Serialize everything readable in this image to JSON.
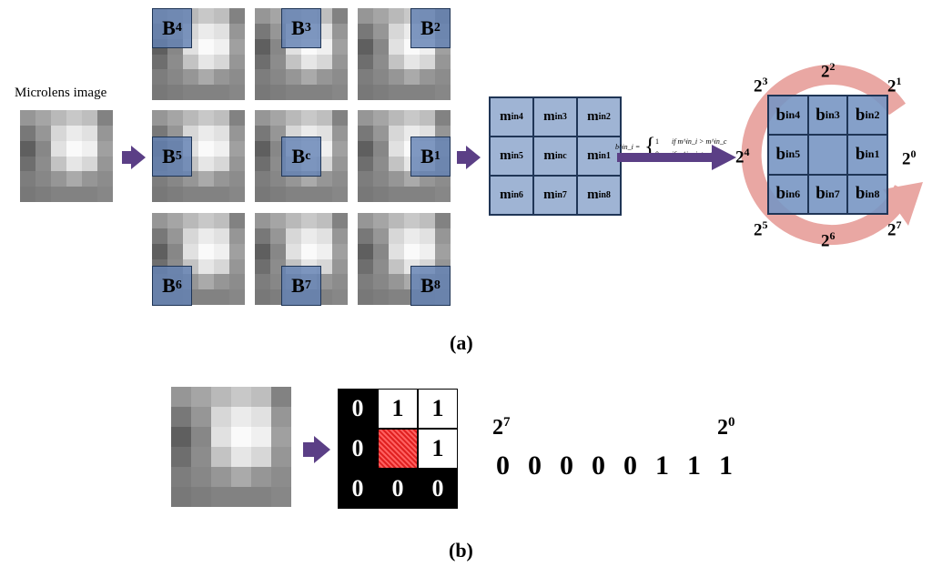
{
  "panel_a": {
    "caption": "(a)",
    "microlens_label": "Microlens image",
    "blocks": [
      {
        "main": "B",
        "sub": "4"
      },
      {
        "main": "B",
        "sub": "3"
      },
      {
        "main": "B",
        "sub": "2"
      },
      {
        "main": "B",
        "sub": "5"
      },
      {
        "main": "B",
        "sub": "c"
      },
      {
        "main": "B",
        "sub": "1"
      },
      {
        "main": "B",
        "sub": "6"
      },
      {
        "main": "B",
        "sub": "7"
      },
      {
        "main": "B",
        "sub": "8"
      }
    ],
    "m_grid": [
      {
        "main": "m",
        "sup": "in",
        "sub": "4"
      },
      {
        "main": "m",
        "sup": "in",
        "sub": "3"
      },
      {
        "main": "m",
        "sup": "in",
        "sub": "2"
      },
      {
        "main": "m",
        "sup": "in",
        "sub": "5"
      },
      {
        "main": "m",
        "sup": "in",
        "sub": "c"
      },
      {
        "main": "m",
        "sup": "in",
        "sub": "1"
      },
      {
        "main": "m",
        "sup": "in",
        "sub": "6"
      },
      {
        "main": "m",
        "sup": "in",
        "sub": "7"
      },
      {
        "main": "m",
        "sup": "in",
        "sub": "8"
      }
    ],
    "formula": {
      "lhs": "b^in_i =",
      "case1_val": "1",
      "case1_cond": "if m^in_i > m^in_c",
      "case2_val": "0",
      "case2_cond": "if m^in_i ≤ m^in_c"
    },
    "b_grid": [
      {
        "main": "b",
        "sup": "in",
        "sub": "4"
      },
      {
        "main": "b",
        "sup": "in",
        "sub": "3"
      },
      {
        "main": "b",
        "sup": "in",
        "sub": "2"
      },
      {
        "main": "b",
        "sup": "in",
        "sub": "5"
      },
      {
        "main": "",
        "sup": "",
        "sub": ""
      },
      {
        "main": "b",
        "sup": "in",
        "sub": "1"
      },
      {
        "main": "b",
        "sup": "in",
        "sub": "6"
      },
      {
        "main": "b",
        "sup": "in",
        "sub": "7"
      },
      {
        "main": "b",
        "sup": "in",
        "sub": "8"
      }
    ],
    "powers": [
      {
        "base": "2",
        "exp": "3"
      },
      {
        "base": "2",
        "exp": "2"
      },
      {
        "base": "2",
        "exp": "1"
      },
      {
        "base": "2",
        "exp": "4"
      },
      {
        "base": "2",
        "exp": "0"
      },
      {
        "base": "2",
        "exp": "5"
      },
      {
        "base": "2",
        "exp": "6"
      },
      {
        "base": "2",
        "exp": "7"
      }
    ]
  },
  "panel_b": {
    "caption": "(b)",
    "binary_grid": [
      "0",
      "1",
      "1",
      "0",
      "",
      "1",
      "0",
      "0",
      "0"
    ],
    "msb_label": {
      "base": "2",
      "exp": "7"
    },
    "lsb_label": {
      "base": "2",
      "exp": "0"
    },
    "bits": [
      "0",
      "0",
      "0",
      "0",
      "0",
      "1",
      "1",
      "1"
    ]
  },
  "colors": {
    "block_fill": "#6482b4",
    "grid_fill": "#9fb4d4",
    "arrow": "#5b3f86",
    "ring": "#e9a7a3",
    "marked_cell": "#e02020"
  }
}
